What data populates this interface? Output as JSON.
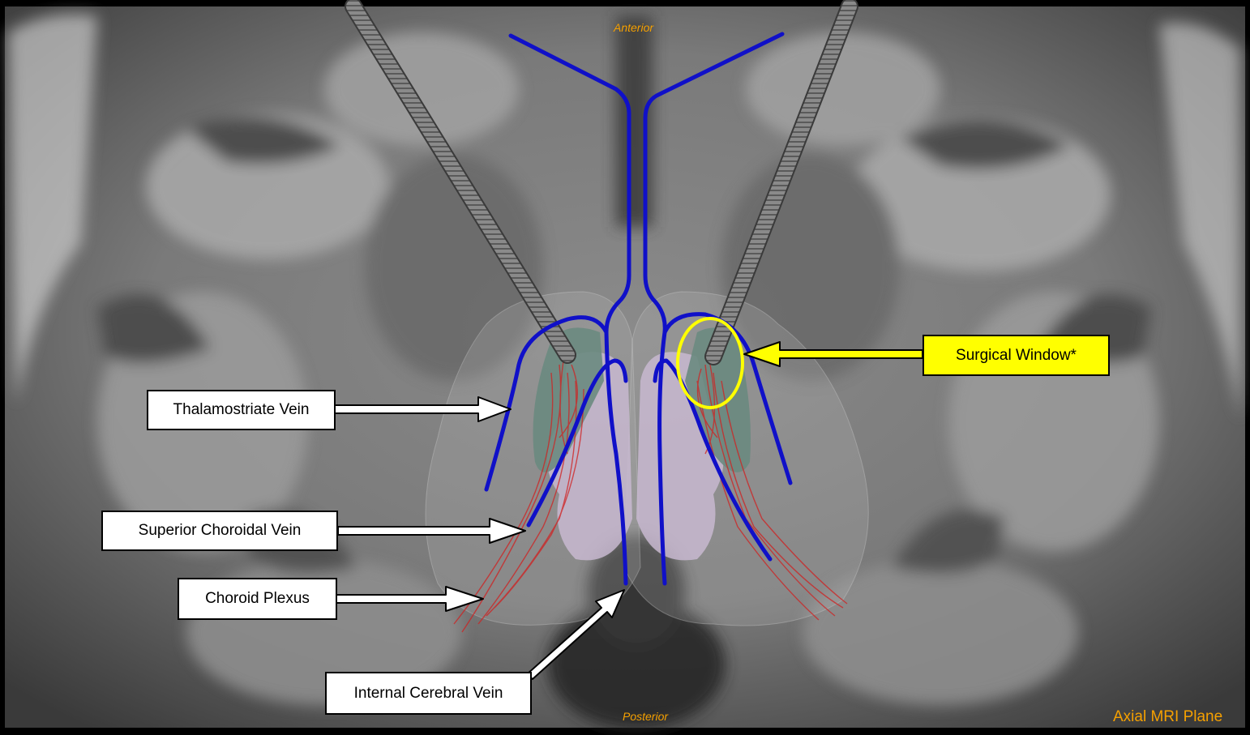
{
  "orientation": {
    "anterior": "Anterior",
    "posterior": "Posterior"
  },
  "plane_label": "Axial MRI Plane",
  "labels": {
    "thalamostriate_vein": "Thalamostriate Vein",
    "superior_choroidal_vein": "Superior Choroidal Vein",
    "choroid_plexus": "Choroid Plexus",
    "internal_cerebral_vein": "Internal Cerebral Vein",
    "surgical_window": "Surgical Window*"
  },
  "colors": {
    "vein": "#1010c8",
    "highlight": "#ffff00",
    "orientation_text": "#f5a000",
    "choroid_plexus": "#d02020",
    "thalamus": "#c8b8d0",
    "ventricle": "#6a8a80"
  }
}
